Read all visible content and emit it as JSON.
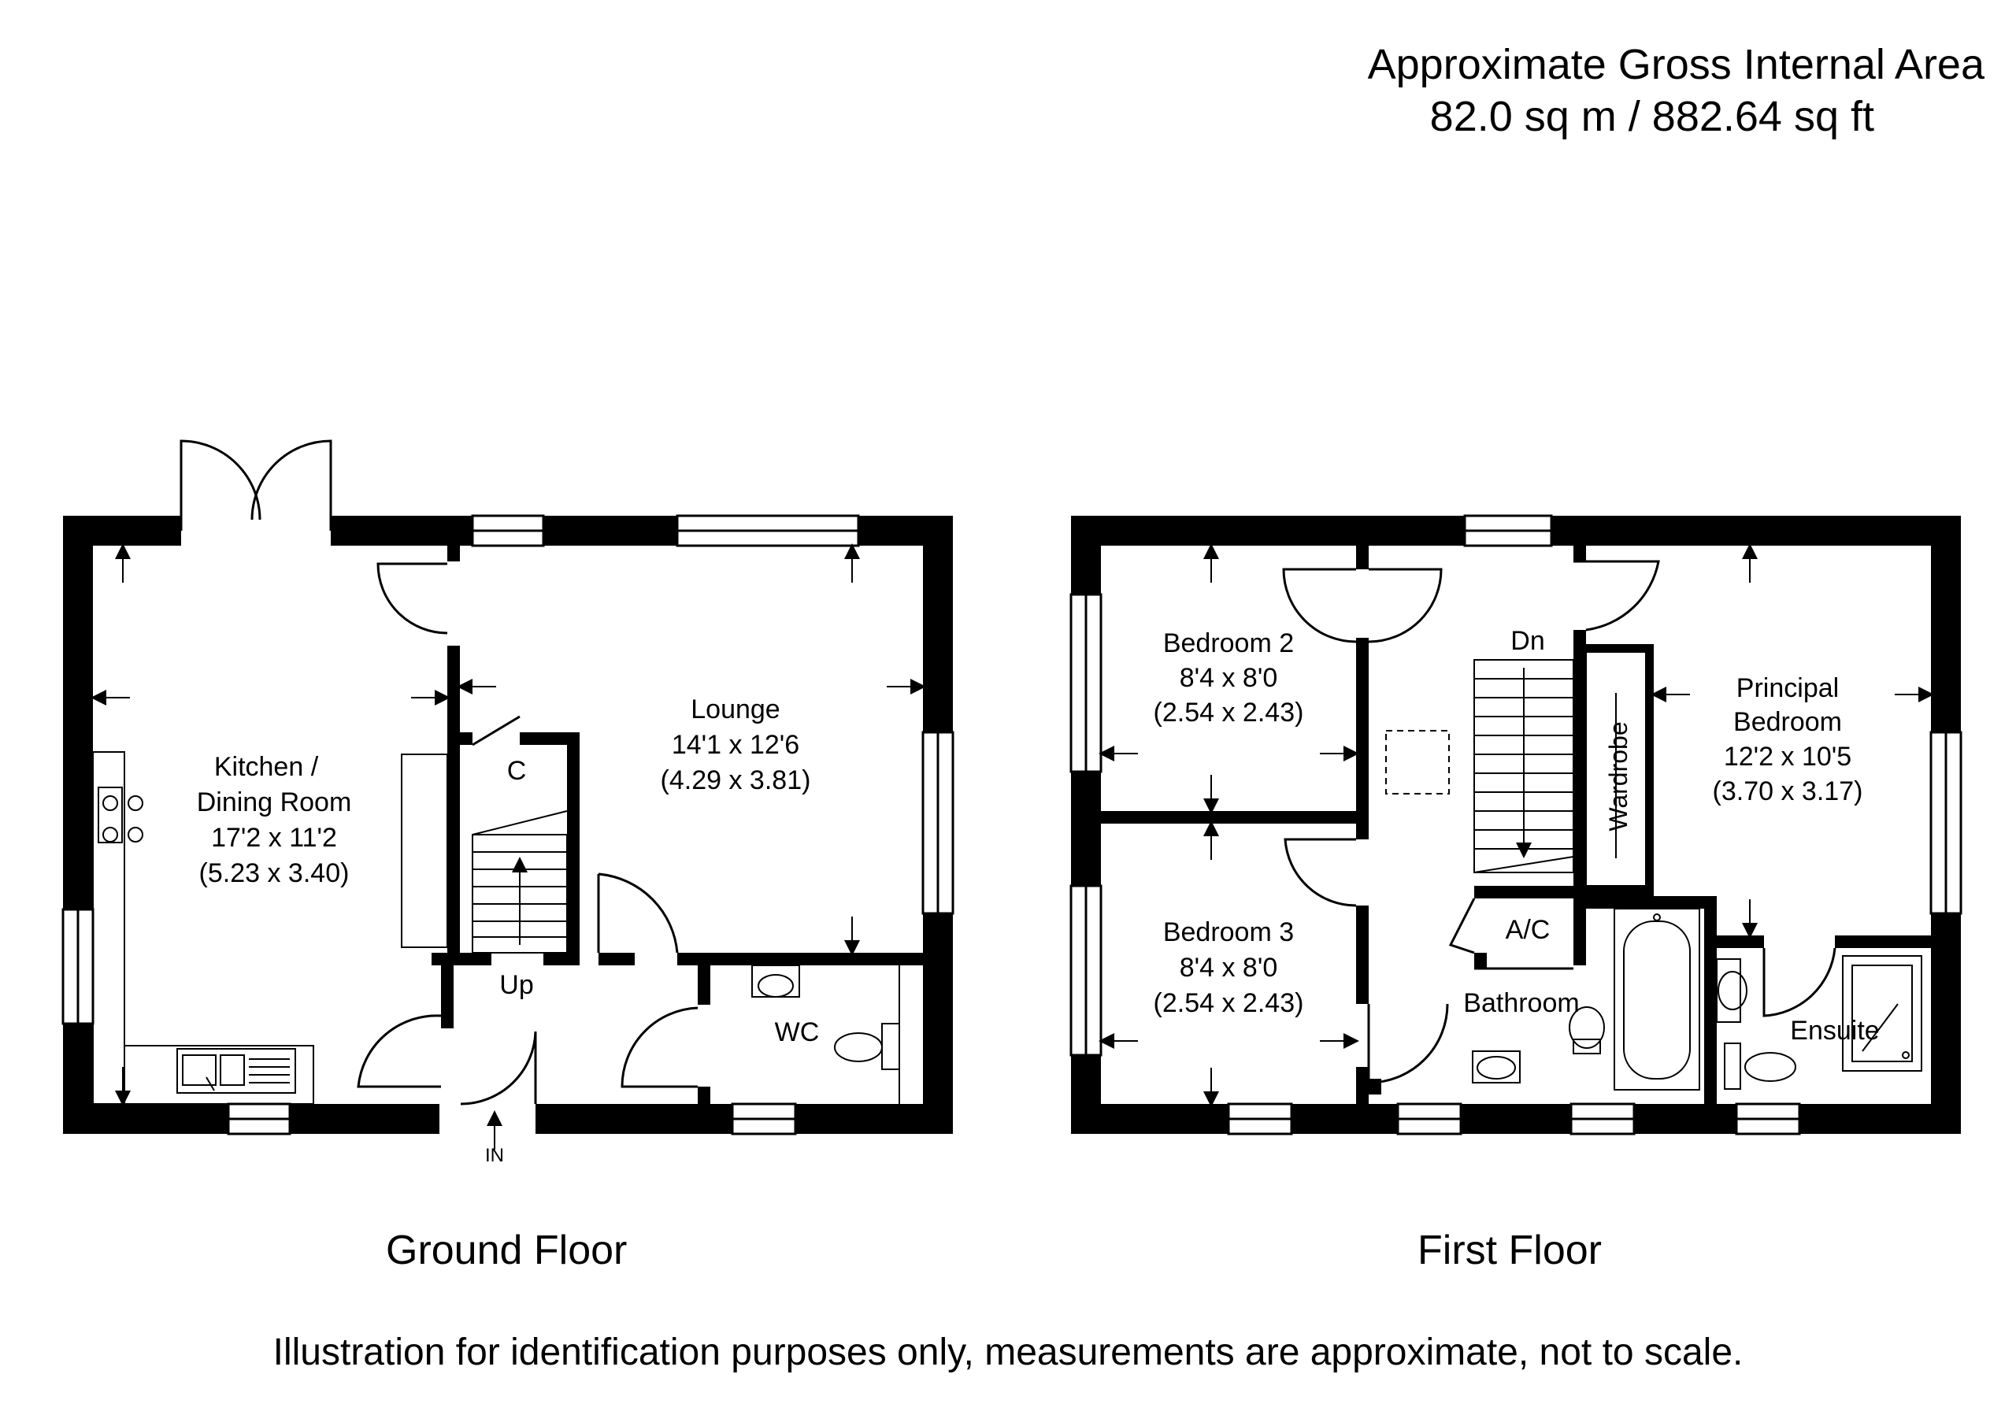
{
  "header": {
    "line1": "Approximate Gross Internal Area",
    "line2": "82.0 sq m / 882.64 sq ft"
  },
  "ground_floor": {
    "label": "Ground Floor",
    "kitchen": {
      "name1": "Kitchen /",
      "name2": "Dining Room",
      "dims_imperial": "17'2 x 11'2",
      "dims_metric": "(5.23 x 3.40)"
    },
    "lounge": {
      "name": "Lounge",
      "dims_imperial": "14'1 x 12'6",
      "dims_metric": "(4.29 x 3.81)"
    },
    "cupboard": "C",
    "stairs": "Up",
    "wc": "WC",
    "entrance": "IN"
  },
  "first_floor": {
    "label": "First Floor",
    "bedroom2": {
      "name": "Bedroom 2",
      "dims_imperial": "8'4 x 8'0",
      "dims_metric": "(2.54 x 2.43)"
    },
    "bedroom3": {
      "name": "Bedroom 3",
      "dims_imperial": "8'4 x 8'0",
      "dims_metric": "(2.54 x 2.43)"
    },
    "principal": {
      "name1": "Principal",
      "name2": "Bedroom",
      "dims_imperial": "12'2 x 10'5",
      "dims_metric": "(3.70 x 3.17)"
    },
    "stairs": "Dn",
    "airing": "A/C",
    "wardrobe": "Wardrobe",
    "bathroom": "Bathroom",
    "ensuite": "Ensuite"
  },
  "footer": {
    "disclaimer": "Illustration for identification purposes only, measurements are approximate, not to scale."
  }
}
